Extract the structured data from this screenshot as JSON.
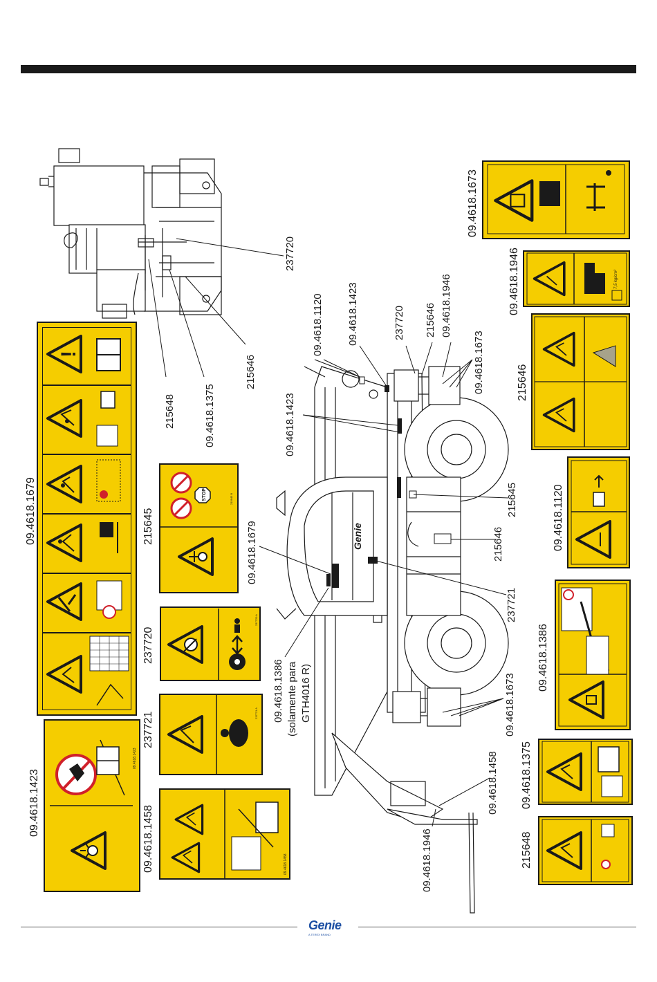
{
  "footer": {
    "brand": "Genie",
    "tagline": "A TEREX BRAND"
  },
  "colors": {
    "decal_yellow": "#f5cd00",
    "ink": "#1a1a1a",
    "genie_blue": "#1d4fa3",
    "prohibit_red": "#d0202a"
  },
  "labels": {
    "d1679": "09.4618.1679",
    "d1423": "09.4618.1423",
    "d1458": "09.4618.1458",
    "d237721": "237721",
    "d237720": "237720",
    "d215645": "215645",
    "d1673": "09.4618.1673",
    "d1946": "09.4618.1946",
    "d215646": "215646",
    "d1120": "09.4618.1120",
    "d1386": "09.4618.1386",
    "d1375": "09.4618.1375",
    "d215648": "215648",
    "top_215648": "215648",
    "top_1375": "09.4618.1375",
    "top_215646": "215646",
    "top_237720": "237720",
    "m_1120": "09.4618.1120",
    "m_1423a": "09.4618.1423",
    "m_237720": "237720",
    "m_215646": "215646",
    "m_1946": "09.4618.1946",
    "m_1673a": "09.4618.1673",
    "m_1423b": "09.4618.1423",
    "m_1679": "09.4618.1679",
    "m_215645": "215645",
    "m_215646b": "215646",
    "m_237721": "237721",
    "m_1386_l1": "09.4618.1386",
    "m_1386_l2": "(solamente para",
    "m_1386_l3": "GTH4016 R)",
    "m_1673b": "09.4618.1673",
    "m_1458": "09.4618.1458",
    "m_1946b": "09.4618.1946"
  },
  "decal_codes": {
    "c1423": "09.4618.1423",
    "c1458": "09.4618.1458",
    "c215645": "215645 B",
    "c237720": "237720 A",
    "c237721": "237721 A"
  },
  "decal_texts": {
    "stop": "STOP",
    "load_unit": "P",
    "load_value": "7,5 kg/cm²"
  }
}
